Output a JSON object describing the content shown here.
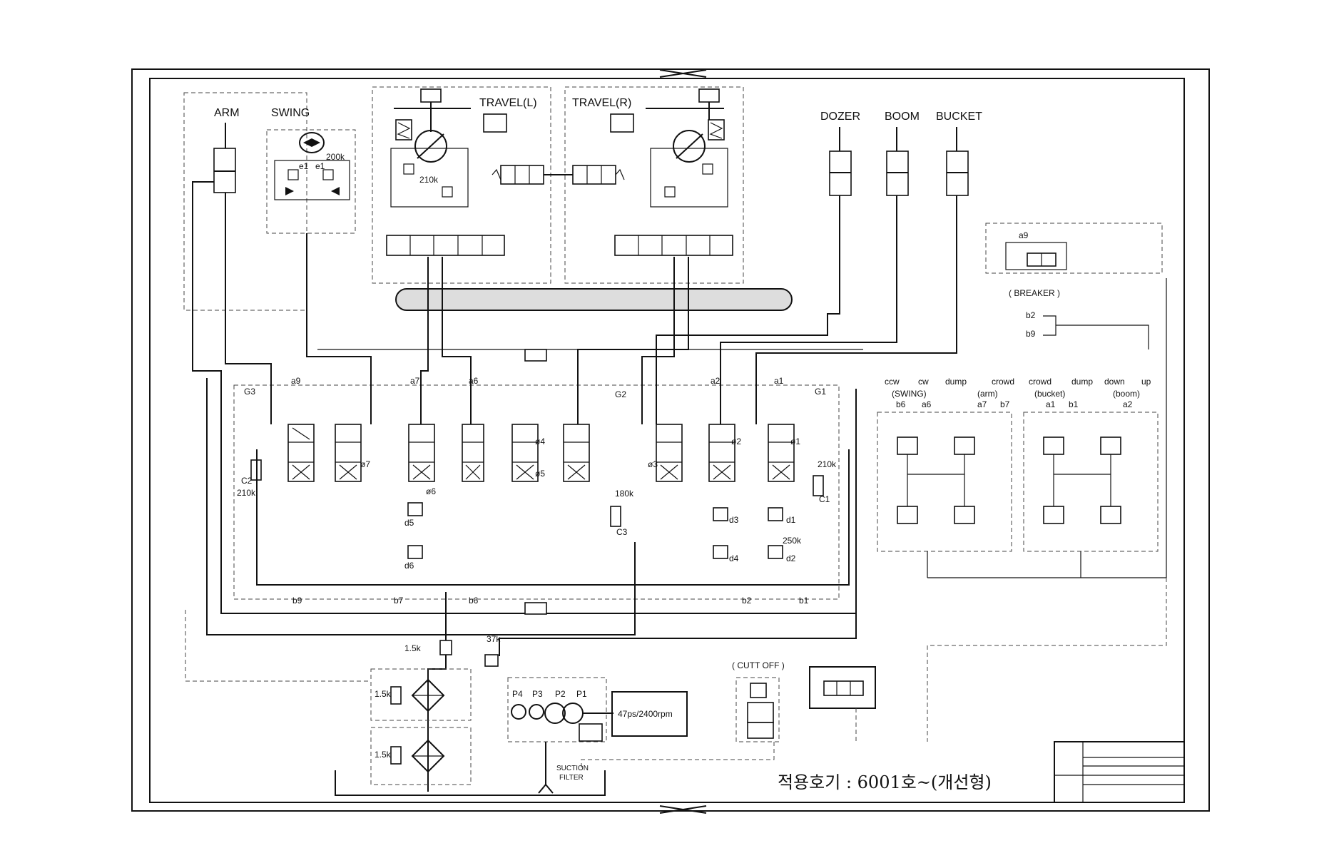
{
  "actuators": {
    "arm": "ARM",
    "swing": "SWING",
    "travel_left": "TRAVEL(L)",
    "travel_right": "TRAVEL(R)",
    "dozer": "DOZER",
    "boom": "BOOM",
    "bucket": "BUCKET"
  },
  "pressure_settings": {
    "swing_relief": "200k",
    "travel_l_relief": "210k",
    "c2_relief": "210k",
    "c1_relief": "210k",
    "c3_relief": "180k",
    "d2_relief": "250k",
    "return_check": "1.5k",
    "pilot_relief": "37k",
    "filter_bypass_1": "1.5k",
    "filter_bypass_2": "1.5k"
  },
  "ports": {
    "g3": "G3",
    "g2": "G2",
    "g1": "G1",
    "a9": "a9",
    "a7": "a7",
    "a6": "a6",
    "a2": "a2",
    "a1": "a1",
    "b9": "b9",
    "b7": "b7",
    "b6": "b6",
    "b2": "b2",
    "b1": "b1",
    "c1": "C1",
    "c2": "C2",
    "c3": "C3",
    "d1": "d1",
    "d2": "d2",
    "d3": "d3",
    "d4": "d4",
    "d5": "d5",
    "d6": "d6",
    "e1a": "e1",
    "e1b": "e1",
    "phi1": "ø1",
    "phi2": "ø2",
    "phi3": "ø3",
    "phi4": "ø4",
    "phi5": "ø5",
    "phi6": "ø6",
    "phi7": "ø7"
  },
  "breaker": {
    "label": "( BREAKER )",
    "port": "a9",
    "b2": "b2",
    "b9": "b9"
  },
  "joysticks": {
    "left": {
      "swing_dir": "ccw",
      "swing_dir2": "cw",
      "swing_name": "(SWING)",
      "arm_dir": "dump",
      "arm_dir2": "crowd",
      "arm_name": "(arm)",
      "ports": [
        "b6",
        "a6",
        "a7",
        "b7"
      ]
    },
    "right": {
      "bucket_dir": "crowd",
      "bucket_dir2": "dump",
      "bucket_name": "(bucket)",
      "boom_dir": "down",
      "boom_dir2": "up",
      "boom_name": "(boom)",
      "ports": [
        "a1",
        "b1",
        "a2"
      ]
    }
  },
  "pumps": {
    "p1": "P1",
    "p2": "P2",
    "p3": "P3",
    "p4": "P4",
    "engine": "47ps/2400rpm"
  },
  "cutoff": "( CUTT OFF )",
  "suction_filter_1": "SUCTION",
  "suction_filter_2": "FILTER",
  "footer": "적용호기 : 6001호~(개선형)"
}
